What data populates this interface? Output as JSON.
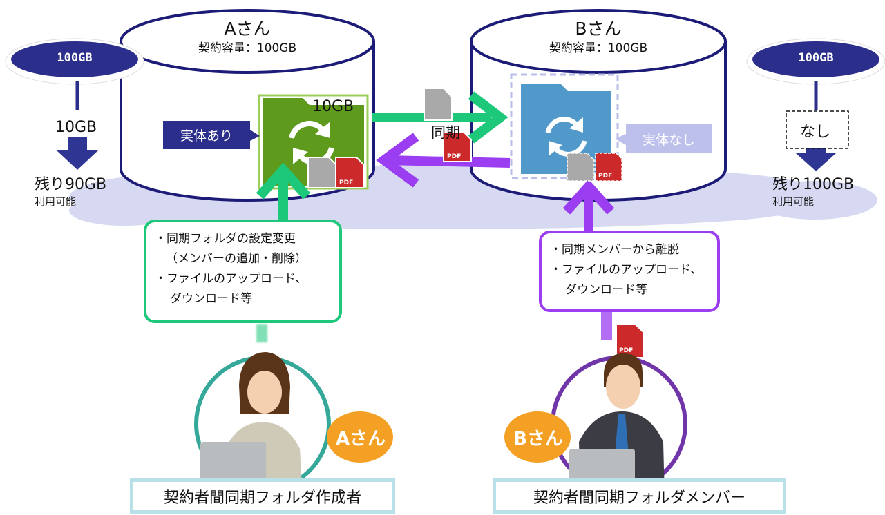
{
  "user_a": {
    "name": "Aさん",
    "capacity": "契約容量：100GB",
    "pill": "100GB",
    "folder_size": "10GB",
    "used": "10GB",
    "remaining": "残り90GB",
    "available": "利用可能",
    "entity": "実体あり",
    "notes": [
      "・同期フォルダの設定変更",
      "（メンバーの追加・削除）",
      "・ファイルのアップロード、",
      "ダウンロード等"
    ],
    "badge": "Aさん",
    "role": "契約者間同期フォルダ作成者"
  },
  "user_b": {
    "name": "Bさん",
    "capacity": "契約容量：100GB",
    "pill": "100GB",
    "used": "なし",
    "remaining": "残り100GB",
    "available": "利用可能",
    "entity": "実体なし",
    "notes": [
      "・同期メンバーから離脱",
      "・ファイルのアップロード、",
      "ダウンロード等"
    ],
    "badge": "Bさん",
    "role": "契約者間同期フォルダメンバー"
  },
  "sync_label": "同期",
  "pdf_label": "PDF",
  "icons": [
    "sync-folder-icon",
    "document-icon",
    "pdf-icon",
    "down-arrow-icon",
    "person-icon"
  ],
  "colors": {
    "green": "#1ec87a",
    "purple": "#9b3df0",
    "navy": "#2b2e8a",
    "folder_green": "#5e9a1c",
    "folder_blue": "#3e8ec4",
    "cloud": "#d6d9f1",
    "pdf_red": "#cc2a2a"
  }
}
